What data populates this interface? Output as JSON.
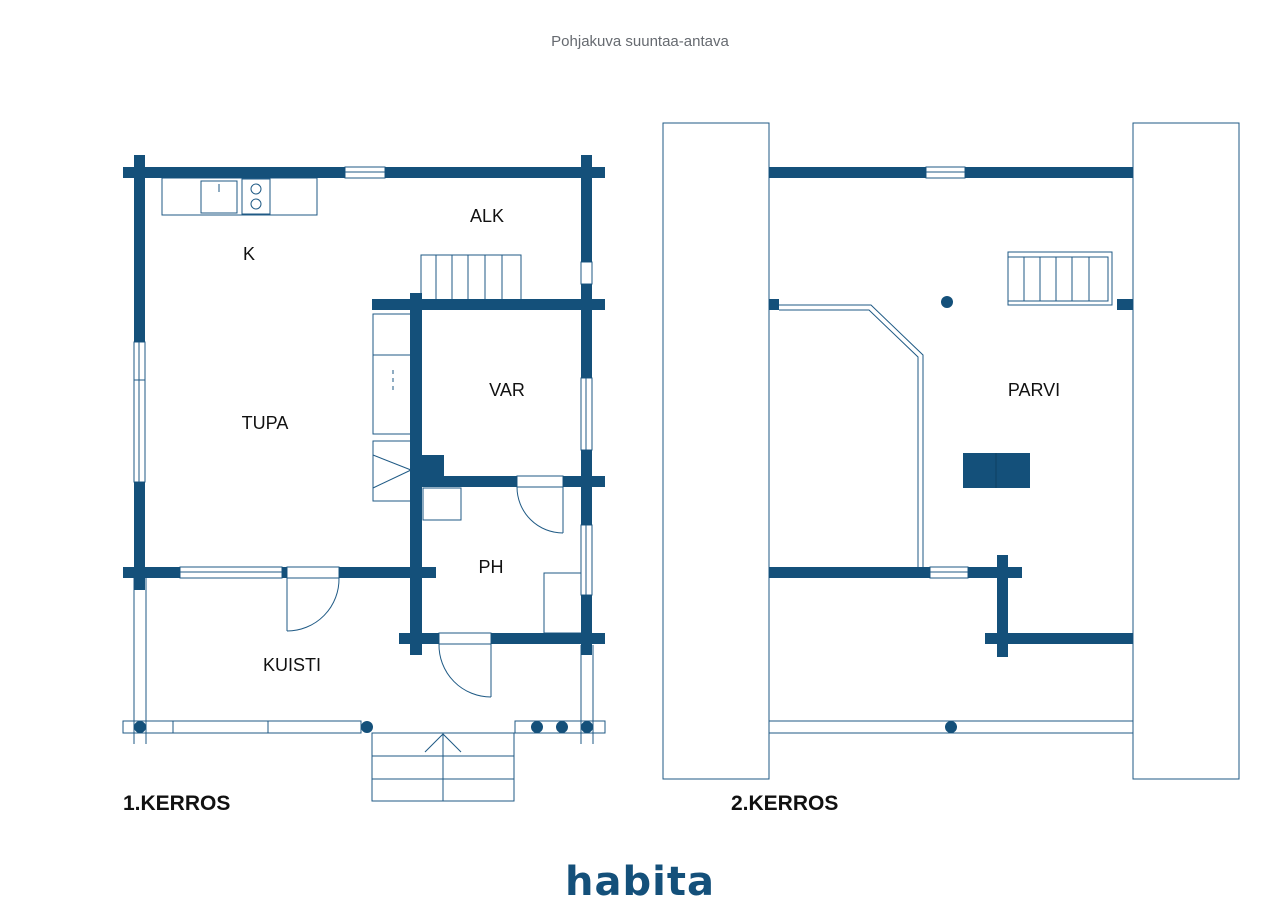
{
  "caption": "Pohjakuva suuntaa-antava",
  "colors": {
    "wall": "#14507a",
    "line": "#1f5a85",
    "text": "#111111"
  },
  "floor1": {
    "label": "1.KERROS",
    "rooms": {
      "k": "K",
      "alk": "ALK",
      "tupa": "TUPA",
      "var": "VAR",
      "ph": "PH",
      "kuisti": "KUISTI"
    }
  },
  "floor2": {
    "label": "2.KERROS",
    "rooms": {
      "parvi": "PARVI"
    }
  },
  "brand": {
    "logo_text": "habita"
  }
}
